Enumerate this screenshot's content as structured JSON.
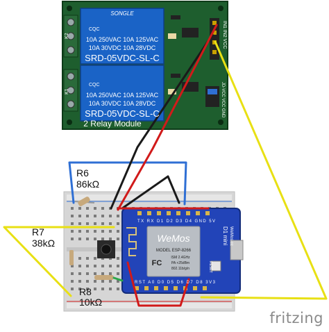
{
  "relay_module": {
    "brand": "SONGLE",
    "relay_ratings_line1": "10A 250VAC 10A 125VAC",
    "relay_ratings_line2": "10A 30VDC 10A 28VDC",
    "relay_model": "SRD-05VDC-SL-C",
    "relay_cert": "CQC",
    "channel_labels": [
      "K2",
      "K1"
    ],
    "title": "2 Relay Module",
    "header_pins": "IN1 IN2 VCC",
    "jumper_pins": "JD-VCC VCC GND"
  },
  "resistors": {
    "r6": {
      "name": "R6",
      "value": "86kΩ"
    },
    "r7": {
      "name": "R7",
      "value": "38kΩ"
    },
    "r8": {
      "name": "R8",
      "value": "10kΩ"
    }
  },
  "wemos": {
    "logo": "WeMos",
    "board": "D1 mini",
    "site": "WeMos.cc",
    "module_model": "MODEL ESP-8266",
    "module_spec1": "ISM 2.4GHz",
    "module_spec2": "PA +25dBm",
    "module_spec3": "802.11b/g/n",
    "fcc": "FC",
    "top_pins": "TX RX D1 D2 D3 D4 GND 5V",
    "bottom_pins": "RST A0 D0 D5 D6 D7 D8 3V3",
    "reset_label": "RESET"
  },
  "watermark": "fritzing",
  "colors": {
    "relay_board": "#1e5e2e",
    "relay_blue": "#1a63c6",
    "wemos_blue": "#2244b8",
    "breadboard": "#d6d6d6",
    "wire_yellow": "#e8e014",
    "wire_red": "#d11a1a",
    "wire_black": "#1a1a1a",
    "wire_blue": "#2f6fd4"
  }
}
